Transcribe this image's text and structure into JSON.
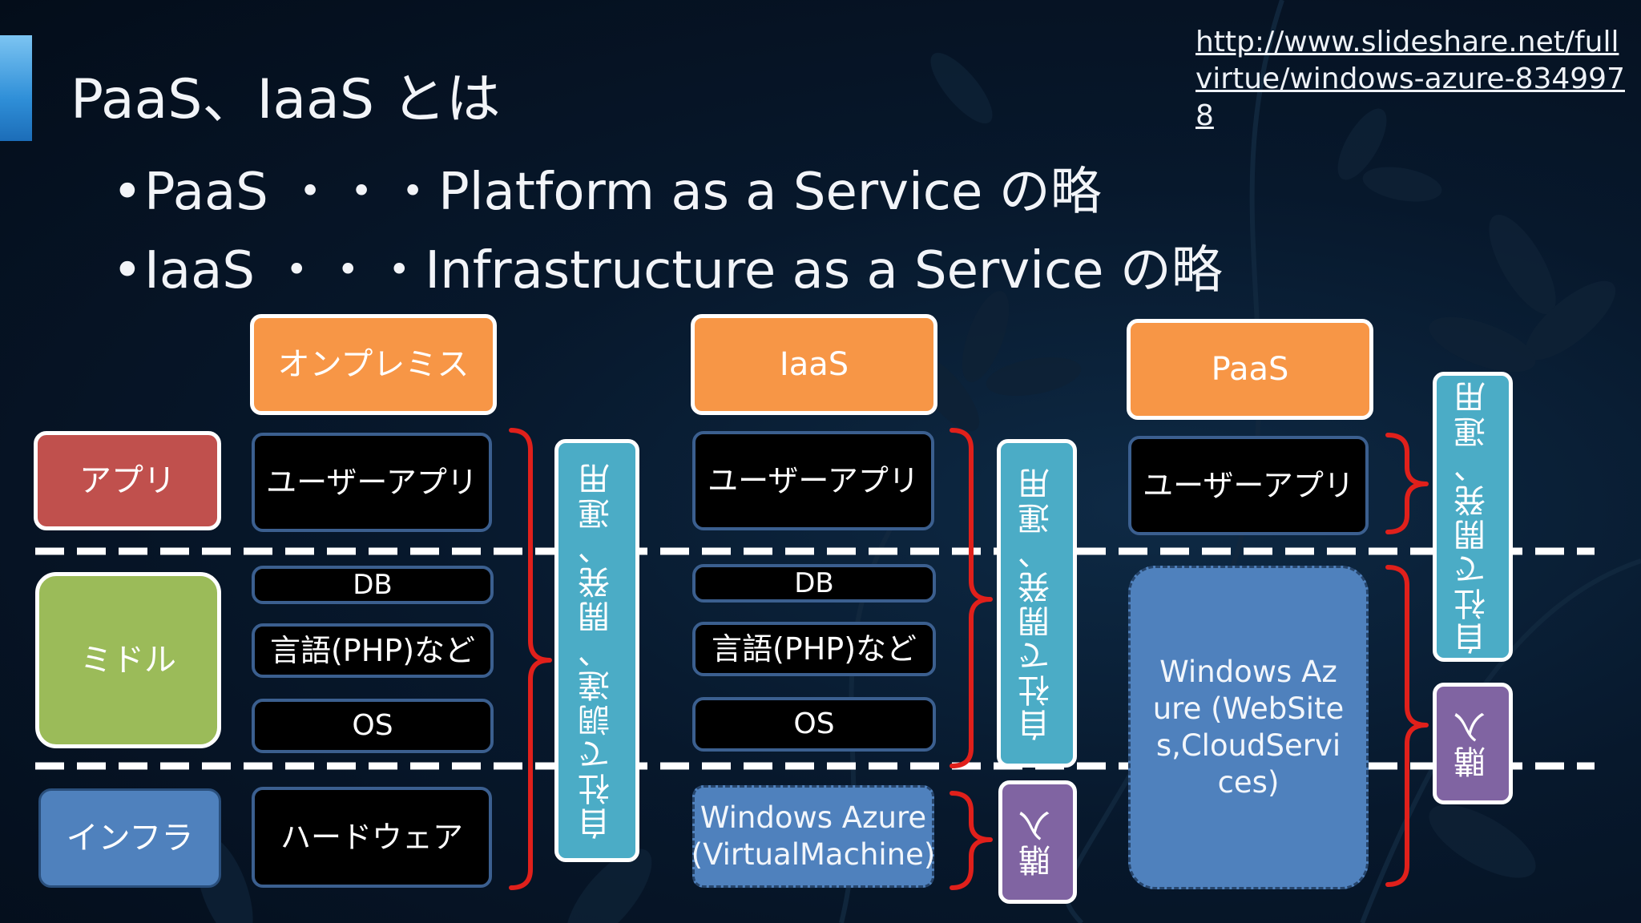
{
  "slide": {
    "title": "PaaS、IaaS とは",
    "source_link": "http://www.slideshare.net/fullvirtue/windows-azure-8349978",
    "bullets": [
      {
        "dot": "•",
        "text": "PaaS ・・・Platform as a Service の略"
      },
      {
        "dot": "•",
        "text": "IaaS ・・・Infrastructure as a Service の略"
      }
    ]
  },
  "layers": {
    "app": "アプリ",
    "middle": "ミドル",
    "infra": "インフラ"
  },
  "columns": {
    "onpremise": {
      "header": "オンプレミス",
      "user_app": "ユーザーアプリ",
      "db": "DB",
      "language": "言語(PHP)など",
      "os": "OS",
      "hardware": "ハードウェア",
      "responsibility": "自社で調達、開発、運用"
    },
    "iaas": {
      "header": "IaaS",
      "user_app": "ユーザーアプリ",
      "db": "DB",
      "language": "言語(PHP)など",
      "os": "OS",
      "azure_vm": "Windows Azure (VirtualMachine)",
      "responsibility": "自社で開発、運用",
      "purchase": "購入"
    },
    "paas": {
      "header": "PaaS",
      "user_app": "ユーザーアプリ",
      "azure_services": "Windows Azure (WebSites,CloudServices)",
      "responsibility": "自社で開発、運用",
      "purchase": "購入"
    }
  },
  "colors": {
    "header_orange": "#f79646",
    "app_red": "#c0504d",
    "middle_green": "#9bbb59",
    "infra_blue": "#4f81bd",
    "cyan": "#4bacc6",
    "purple": "#8064a2",
    "bracket_red": "#e0201b"
  }
}
